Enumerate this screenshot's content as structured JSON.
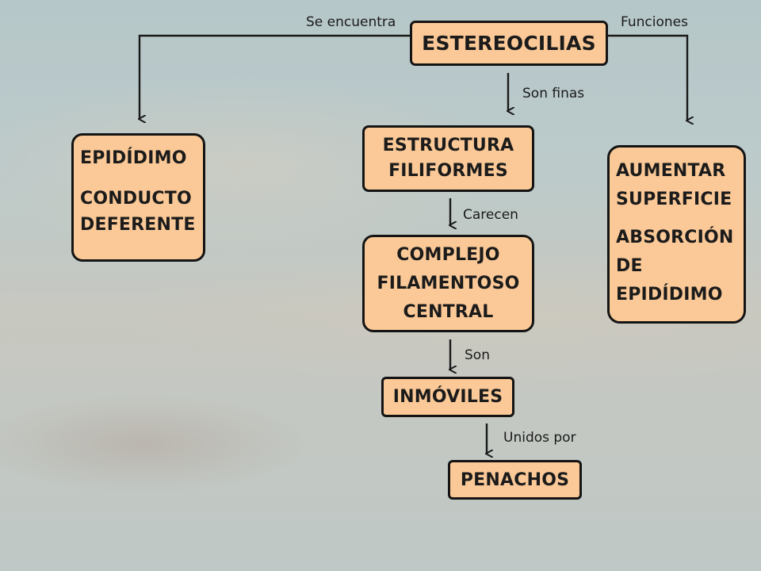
{
  "nodes": {
    "estereocilias": {
      "label": "ESTEREOCILIAS"
    },
    "estructura": {
      "lines": [
        "ESTRUCTURA",
        "FILIFORMES"
      ]
    },
    "complejo": {
      "lines": [
        "COMPLEJO",
        "FILAMENTOSO",
        "CENTRAL"
      ]
    },
    "inmoviles": {
      "label": "INMÓVILES"
    },
    "penachos": {
      "label": "PENACHOS"
    },
    "epididimo": {
      "lines": [
        "EPIDÍDIMO",
        "CONDUCTO",
        "DEFERENTE"
      ]
    },
    "aumentar": {
      "lines": [
        "AUMENTAR",
        "SUPERFICIE",
        "ABSORCIÓN",
        "DE",
        "EPIDÍDIMO"
      ]
    }
  },
  "edges": {
    "se_encuentra": "Se encuentra",
    "funciones": "Funciones",
    "son_finas": "Son finas",
    "carecen": "Carecen",
    "son": "Son",
    "unidos_por": "Unidos por"
  },
  "colors": {
    "node_fill": "#fbc997",
    "node_border": "#141414",
    "arrow": "#1a1a1a",
    "background": "#b9c6c6"
  }
}
